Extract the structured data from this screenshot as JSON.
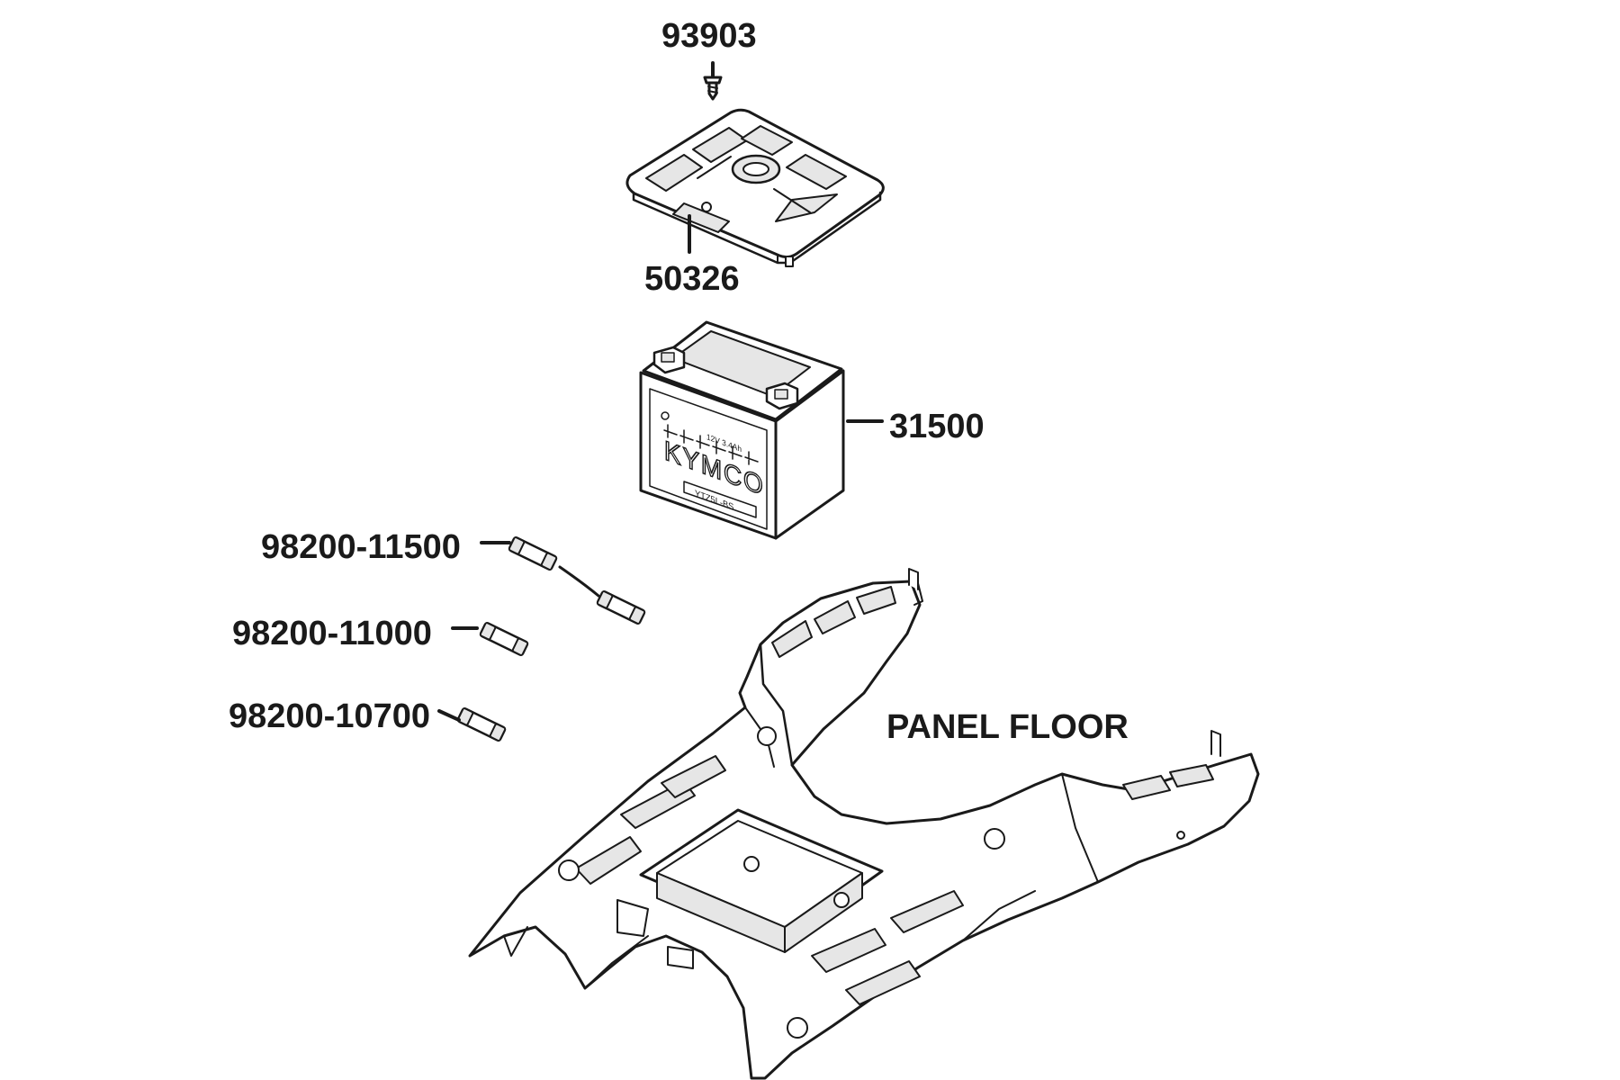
{
  "parts": [
    {
      "part_number": "93903"
    },
    {
      "part_number": "50326"
    },
    {
      "part_number": "31500"
    },
    {
      "part_number": "98200-11500"
    },
    {
      "part_number": "98200-11000"
    },
    {
      "part_number": "98200-10700"
    }
  ],
  "assembly_label": "PANEL FLOOR",
  "battery_text": {
    "brand": "KYMCO",
    "model": "YTZ5L-BS",
    "code": "12V  3.4Ah"
  }
}
